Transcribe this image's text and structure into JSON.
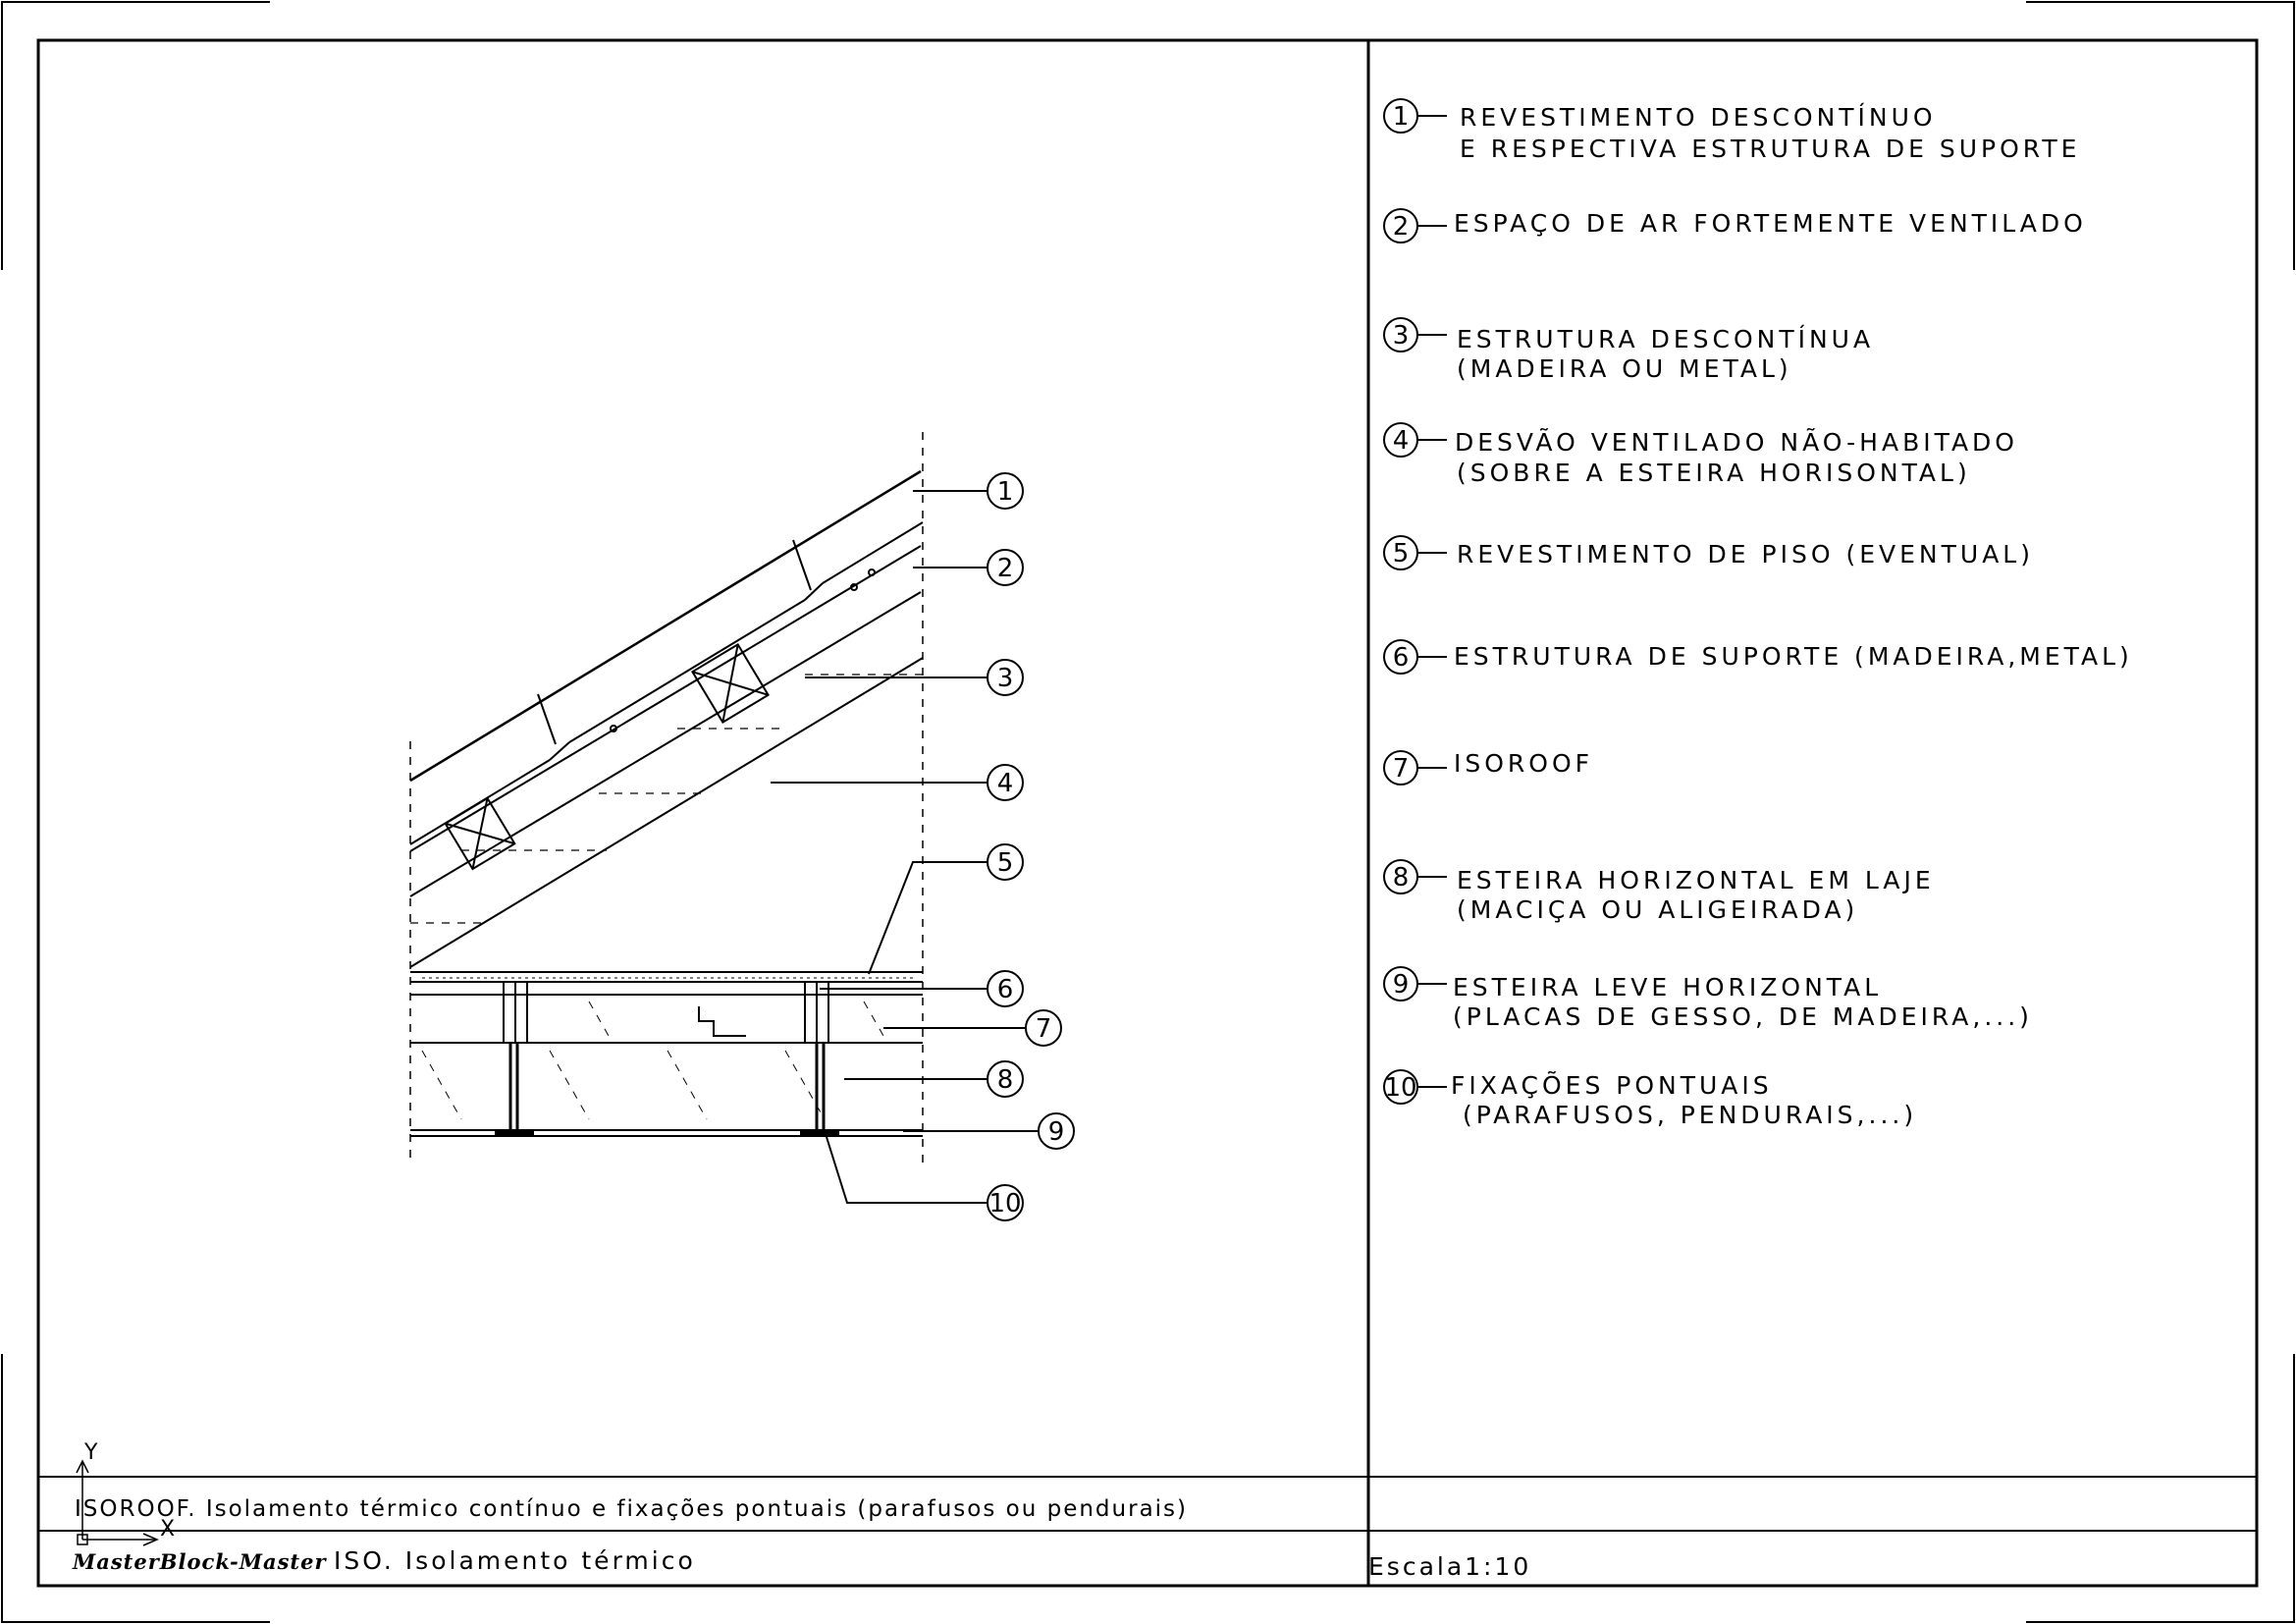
{
  "legend": [
    {
      "num": "1",
      "lines": [
        "REVESTIMENTO DESCONTÍNUO",
        "E RESPECTIVA ESTRUTURA DE SUPORTE"
      ]
    },
    {
      "num": "2",
      "lines": [
        "ESPAÇO DE AR FORTEMENTE VENTILADO"
      ]
    },
    {
      "num": "3",
      "lines": [
        "ESTRUTURA DESCONTÍNUA",
        "(MADEIRA OU METAL)"
      ]
    },
    {
      "num": "4",
      "lines": [
        "DESVÃO VENTILADO NÃO-HABITADO",
        "(SOBRE A ESTEIRA HORISONTAL)"
      ]
    },
    {
      "num": "5",
      "lines": [
        "REVESTIMENTO DE PISO (EVENTUAL)"
      ]
    },
    {
      "num": "6",
      "lines": [
        "ESTRUTURA DE SUPORTE (MADEIRA,METAL)"
      ]
    },
    {
      "num": "7",
      "lines": [
        "ISOROOF"
      ]
    },
    {
      "num": "8",
      "lines": [
        "ESTEIRA HORIZONTAL EM LAJE",
        "(MACIÇA OU ALIGEIRADA)"
      ]
    },
    {
      "num": "9",
      "lines": [
        "ESTEIRA LEVE HORIZONTAL",
        "(PLACAS DE GESSO, DE MADEIRA,...)"
      ]
    },
    {
      "num": "10",
      "lines": [
        "FIXAÇÕES PONTUAIS",
        " (PARAFUSOS, PENDURAIS,...)"
      ]
    }
  ],
  "callouts": [
    "1",
    "2",
    "3",
    "4",
    "5",
    "6",
    "7",
    "8",
    "9",
    "10"
  ],
  "title_block": {
    "description": "ISOROOF. Isolamento térmico contínuo e fixações pontuais (parafusos ou pendurais)",
    "brand": "MasterBlock-Master",
    "product": "ISO. Isolamento térmico",
    "scale": "Escala1:10"
  },
  "axes": {
    "y": "Y",
    "x": "X"
  }
}
